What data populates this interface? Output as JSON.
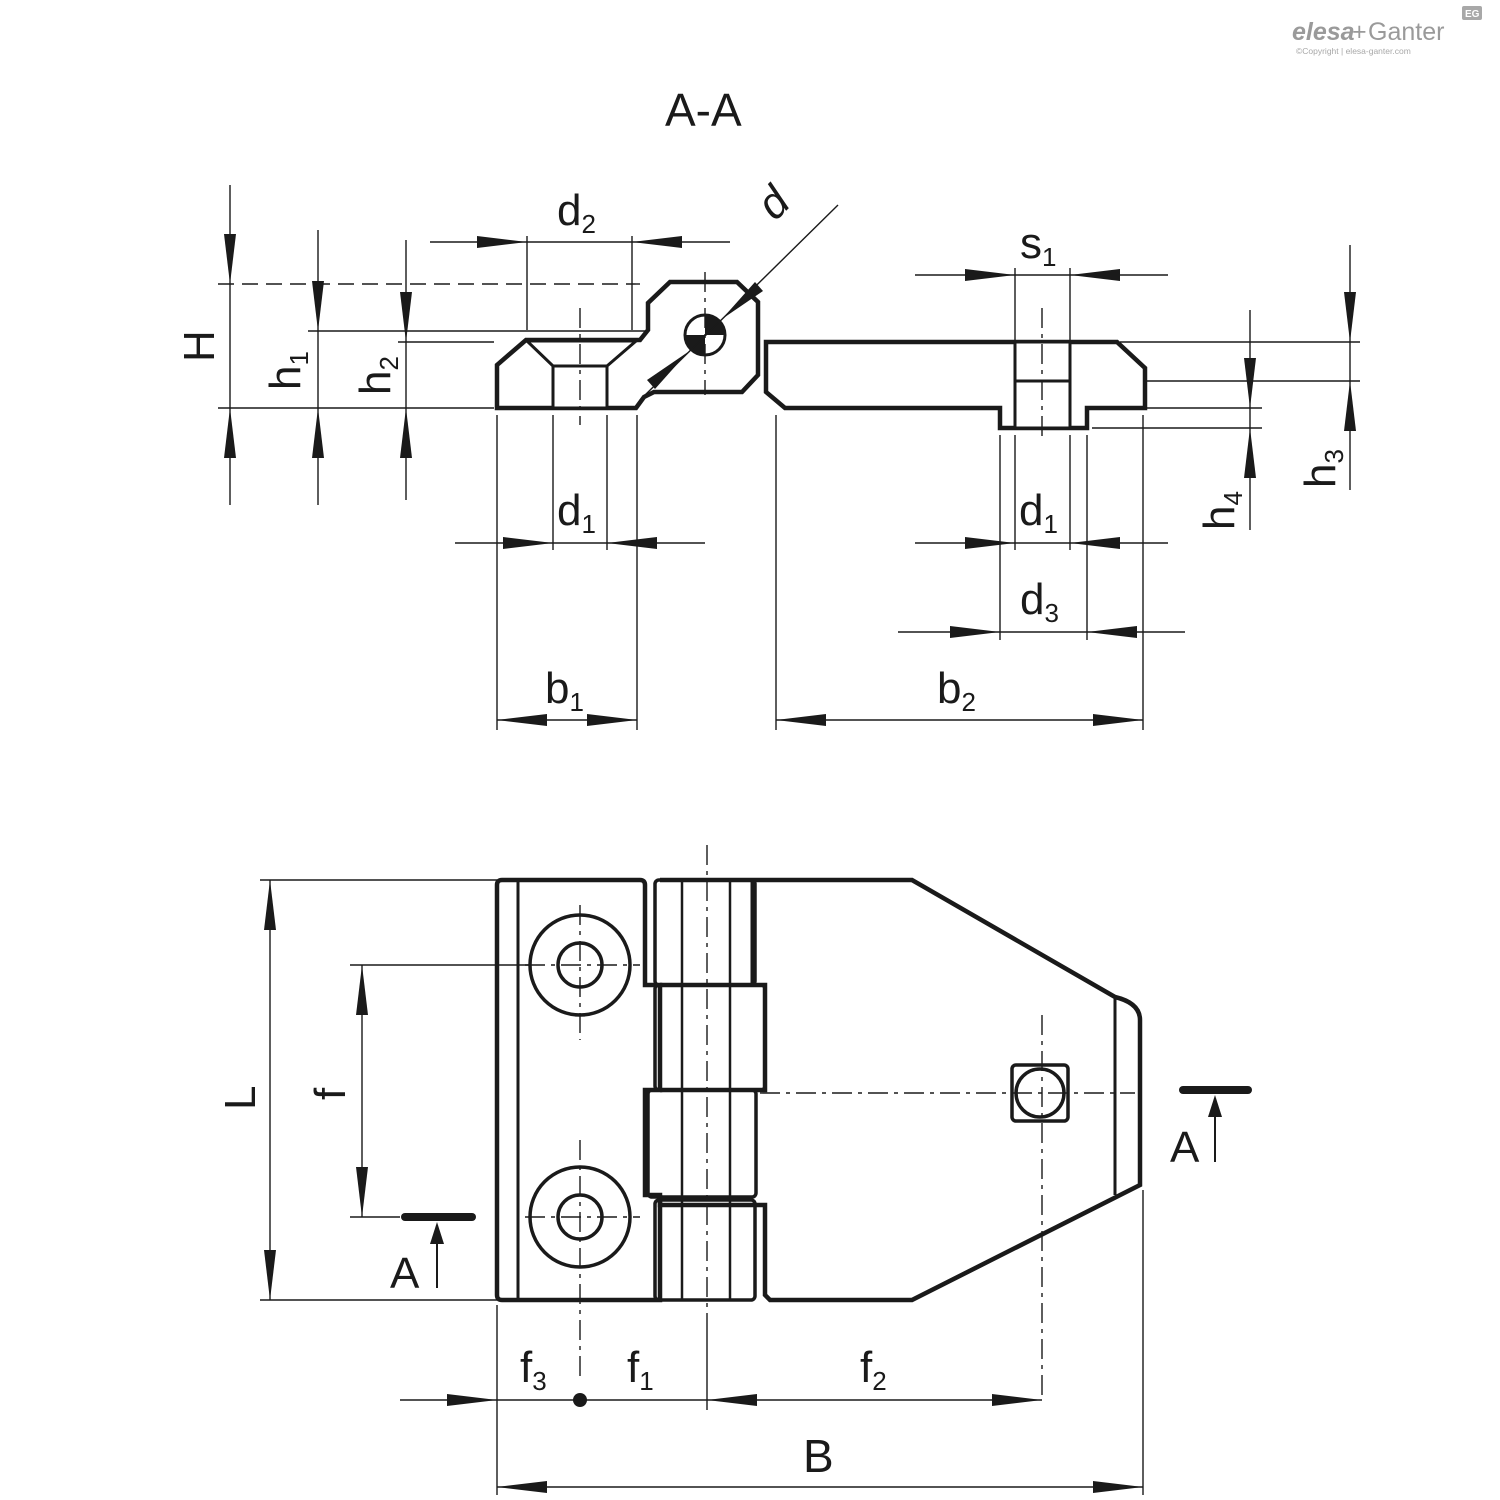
{
  "logo": {
    "brand_1": "elesa",
    "plus": "+",
    "brand_2": "Ganter",
    "copyright": "©Copyright | elesa-ganter.com",
    "mark": "EG"
  },
  "section": {
    "title": "A-A",
    "labels": {
      "H": "H",
      "h": "h",
      "d": "d",
      "s": "s",
      "b": "b",
      "sub_1": "1",
      "sub_2": "2",
      "sub_3": "3",
      "sub_4": "4"
    }
  },
  "plan": {
    "labels": {
      "L": "L",
      "f": "f",
      "B": "B",
      "sub_1": "1",
      "sub_2": "2",
      "sub_3": "3"
    },
    "section_marker": "A"
  }
}
